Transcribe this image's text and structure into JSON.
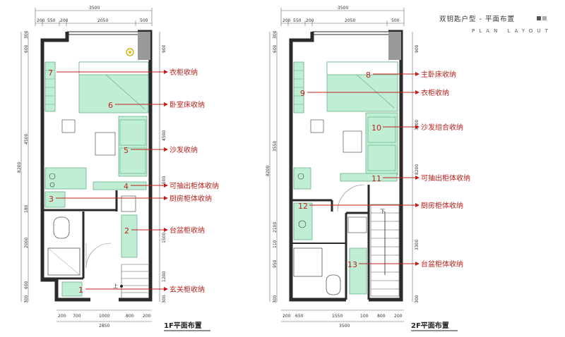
{
  "header": {
    "title_cn": "双钥匙户型 - 平面布置",
    "title_en": "PLAN LAYOUT"
  },
  "floor1": {
    "title": "1F平面布置",
    "dims_top": [
      "3500",
      "200",
      "550",
      "200",
      "2050",
      "500"
    ],
    "dims_bottom": [
      "200",
      "700",
      "1000",
      "800",
      "200",
      "2850"
    ],
    "dims_left": [
      "300",
      "600",
      "4500",
      "8200",
      "180",
      "2000",
      "600",
      "300"
    ],
    "dims_right": [
      "900",
      "4500",
      "1500",
      "1500",
      "1200",
      "300"
    ],
    "callouts": [
      {
        "num": "7",
        "label": "衣柜收纳"
      },
      {
        "num": "6",
        "label": "卧室床收纳"
      },
      {
        "num": "5",
        "label": "沙发收纳"
      },
      {
        "num": "4",
        "label": "可抽出柜体收纳"
      },
      {
        "num": "3",
        "label": "厨房柜体收纳"
      },
      {
        "num": "2",
        "label": "台盆柜收纳"
      },
      {
        "num": "1",
        "label": "玄关柜收纳"
      }
    ],
    "stair_mark": "上"
  },
  "floor2": {
    "title": "2F平面布置",
    "dims_top": [
      "3500",
      "200",
      "550",
      "200",
      "2050",
      "500"
    ],
    "dims_bottom": [
      "200",
      "650",
      "1550",
      "100",
      "800",
      "200",
      "3500"
    ],
    "dims_left": [
      "300",
      "600",
      "3550",
      "8200",
      "110",
      "2100",
      "950",
      "300"
    ],
    "dims_right": [
      "900",
      "3200",
      "8200",
      "3300",
      "300"
    ],
    "callouts": [
      {
        "num": "8",
        "label": "主卧床收纳"
      },
      {
        "num": "9",
        "label": "衣柜收纳"
      },
      {
        "num": "10",
        "label": "沙发组合收纳"
      },
      {
        "num": "11",
        "label": "可抽出柜体收纳"
      },
      {
        "num": "12",
        "label": "厨房柜体收纳"
      },
      {
        "num": "13",
        "label": "台盆柜体收纳"
      }
    ],
    "stair_mark": "下"
  },
  "colors": {
    "wall": "#2a2a2a",
    "furniture": "#bfeed5",
    "furniture_stroke": "#5aa97c",
    "callout": "#c0201a",
    "dim_line": "#666666"
  }
}
